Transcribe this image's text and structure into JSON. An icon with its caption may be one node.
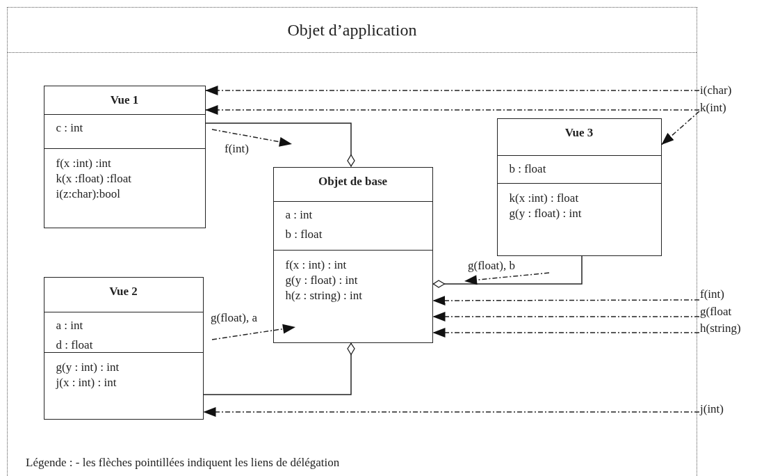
{
  "diagram": {
    "nodes": [
      {
        "text": [
          "Objet d’application"
        ]
      },
      {
        "text": [
          "Vue 1",
          "c : int",
          "f(x :int) :int",
          "k(x :float) :float",
          "i(z:char):bool"
        ],
        "in": 0
      },
      {
        "text": [
          "Objet de base",
          "a : int",
          "b : float",
          "f(x : int) : int",
          "g(y : float) : int",
          "h(z : string) : int"
        ],
        "in": 0
      },
      {
        "text": [
          "Vue 3",
          "b : float",
          "k(x :int) : float",
          "g(y : float) : int"
        ],
        "in": 0
      },
      {
        "text": [
          "Vue 2",
          "a : int",
          "d : float",
          "g(y : int) : int",
          "j(x : int) : int"
        ],
        "in": 0
      },
      {
        "text": [
          "i(char)"
        ]
      },
      {
        "text": [
          "k(int)"
        ]
      },
      {
        "text": [
          "f(int)"
        ]
      },
      {
        "text": [
          "g(float"
        ]
      },
      {
        "text": [
          "h(string)"
        ]
      },
      {
        "text": [
          "j(int)"
        ]
      }
    ],
    "edges": [
      {
        "from": 1,
        "to": 2,
        "arrow": "other"
      },
      {
        "from": 3,
        "to": 2,
        "arrow": "other"
      },
      {
        "from": 4,
        "to": 2,
        "arrow": "other"
      },
      {
        "from": 5,
        "to": 1,
        "arrow": "to",
        "style": "dashed"
      },
      {
        "from": 6,
        "to": 1,
        "arrow": "to",
        "style": "dashed"
      },
      {
        "from": 6,
        "to": 3,
        "arrow": "to",
        "style": "dashed"
      },
      {
        "from": 7,
        "to": 2,
        "arrow": "to",
        "style": "dashed"
      },
      {
        "from": 8,
        "to": 2,
        "arrow": "to",
        "style": "dashed"
      },
      {
        "from": 9,
        "to": 2,
        "arrow": "to",
        "style": "dashed"
      },
      {
        "from": 10,
        "to": 4,
        "arrow": "to",
        "style": "dashed"
      }
    ],
    "labels": [
      "f(int)",
      "g(float), b",
      "g(float), a",
      "Légende : - les flèches pointillées indiquent les liens de délégation"
    ]
  }
}
